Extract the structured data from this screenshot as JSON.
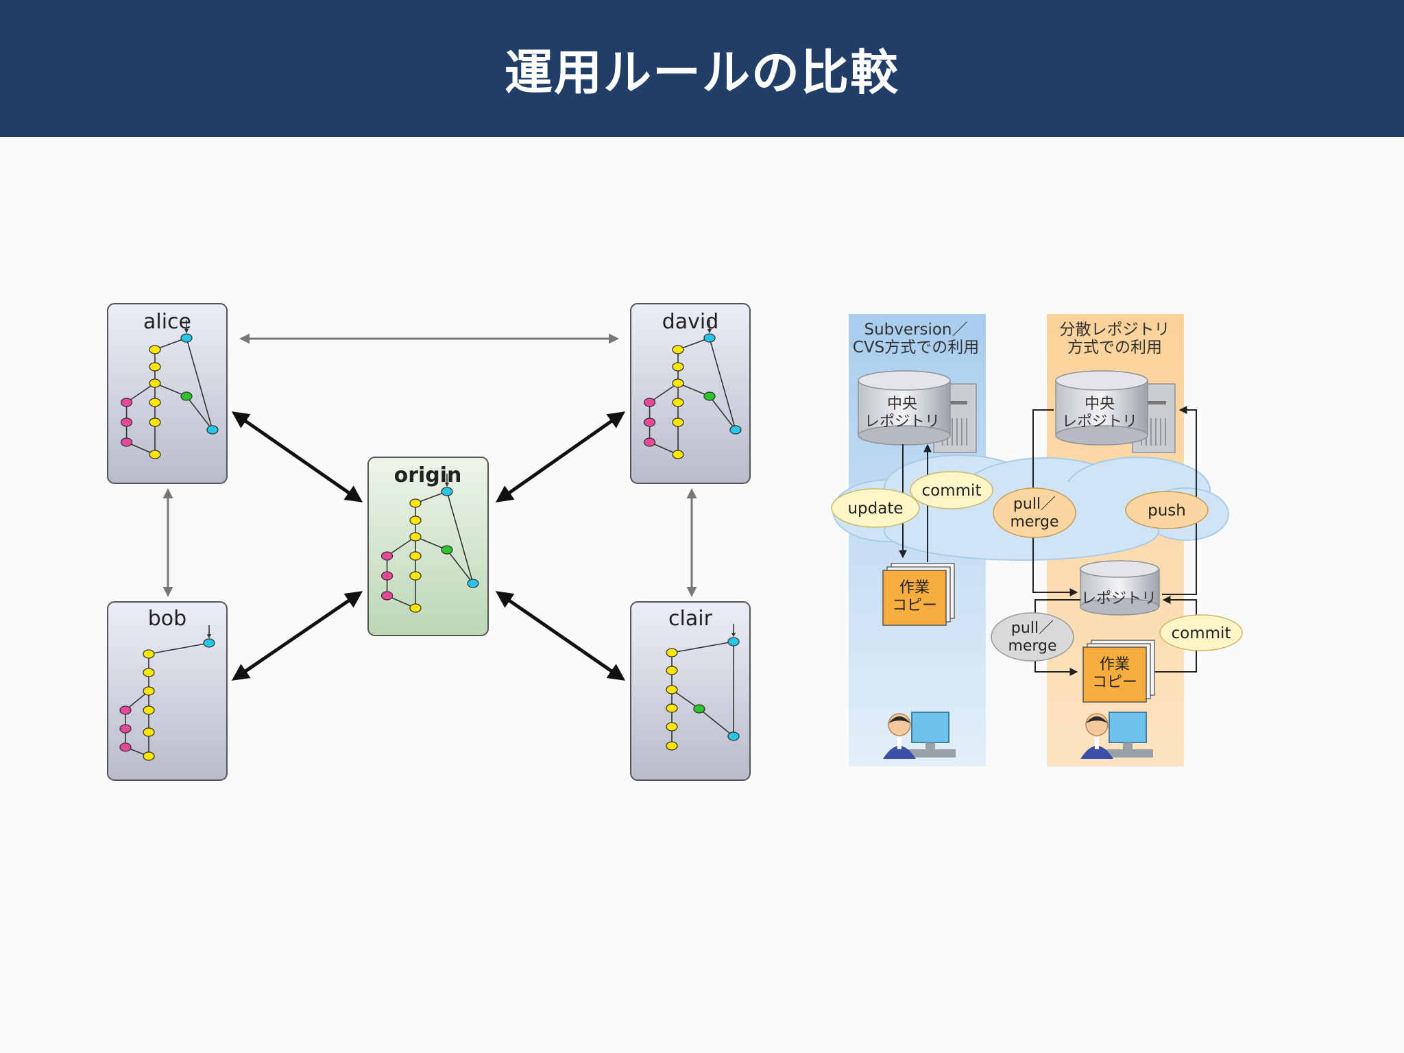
{
  "title": "運用ルールの比較",
  "colors": {
    "header_bg": "#213e69",
    "node_yellow": "#ffe600",
    "node_magenta": "#e8479b",
    "node_green": "#2cc52c",
    "node_cyan": "#25c6e6",
    "svn_band": "#b9d8f1",
    "dvcs_band": "#fcd8a4"
  },
  "left_diagram": {
    "repos": {
      "alice": "alice",
      "david": "david",
      "origin": "origin",
      "bob": "bob",
      "clair": "clair"
    }
  },
  "right_diagram": {
    "svn": {
      "title_line1": "Subversion／",
      "title_line2": "CVS方式での利用",
      "central_line1": "中央",
      "central_line2": "レポジトリ",
      "update": "update",
      "commit": "commit",
      "work_line1": "作業",
      "work_line2": "コピー"
    },
    "dvcs": {
      "title_line1": "分散レポジトリ",
      "title_line2": "方式での利用",
      "central_line1": "中央",
      "central_line2": "レポジトリ",
      "pull_merge_line1": "pull／",
      "pull_merge_line2": "merge",
      "push": "push",
      "local_repo": "レポジトリ",
      "pull_merge2_line1": "pull／",
      "pull_merge2_line2": "merge",
      "commit": "commit",
      "work_line1": "作業",
      "work_line2": "コピー"
    }
  }
}
